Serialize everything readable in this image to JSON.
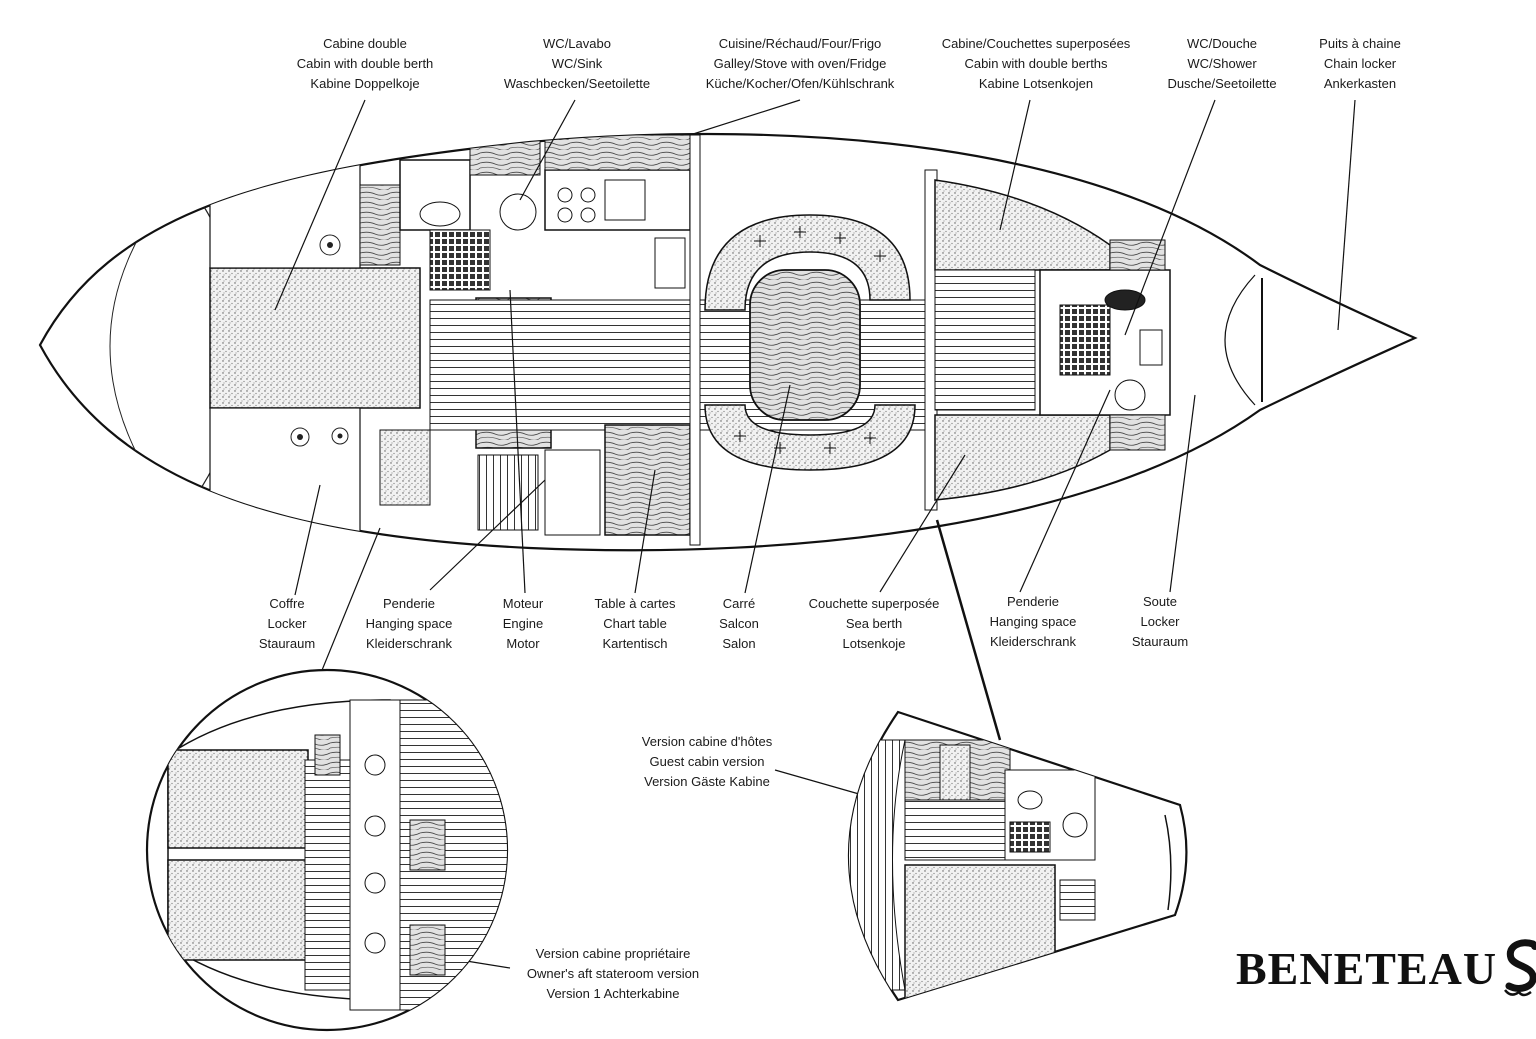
{
  "labels_top": [
    {
      "id": "cabine-double",
      "lines": [
        "Cabine double",
        "Cabin with double berth",
        "Kabine Doppelkoje"
      ]
    },
    {
      "id": "wc-lavabo",
      "lines": [
        "WC/Lavabo",
        "WC/Sink",
        "Waschbecken/Seetoilette"
      ]
    },
    {
      "id": "cuisine",
      "lines": [
        "Cuisine/Réchaud/Four/Frigo",
        "Galley/Stove with oven/Fridge",
        "Küche/Kocher/Ofen/Kühlschrank"
      ]
    },
    {
      "id": "cabine-couchettes",
      "lines": [
        "Cabine/Couchettes superposées",
        "Cabin with double berths",
        "Kabine Lotsenkojen"
      ]
    },
    {
      "id": "wc-douche",
      "lines": [
        "WC/Douche",
        "WC/Shower",
        "Dusche/Seetoilette"
      ]
    },
    {
      "id": "puits-chaine",
      "lines": [
        "Puits à chaine",
        "Chain locker",
        "Ankerkasten"
      ]
    }
  ],
  "labels_bottom": [
    {
      "id": "coffre",
      "lines": [
        "Coffre",
        "Locker",
        "Stauraum"
      ]
    },
    {
      "id": "penderie-aft",
      "lines": [
        "Penderie",
        "Hanging space",
        "Kleiderschrank"
      ]
    },
    {
      "id": "moteur",
      "lines": [
        "Moteur",
        "Engine",
        "Motor"
      ]
    },
    {
      "id": "table-cartes",
      "lines": [
        "Table à cartes",
        "Chart table",
        "Kartentisch"
      ]
    },
    {
      "id": "carre",
      "lines": [
        "Carré",
        "Salcon",
        "Salon"
      ]
    },
    {
      "id": "couchette-superposee",
      "lines": [
        "Couchette superposée",
        "Sea berth",
        "Lotsenkoje"
      ]
    },
    {
      "id": "penderie-fwd",
      "lines": [
        "Penderie",
        "Hanging space",
        "Kleiderschrank"
      ]
    },
    {
      "id": "soute",
      "lines": [
        "Soute",
        "Locker",
        "Stauraum"
      ]
    }
  ],
  "inset_labels": {
    "guest": {
      "lines": [
        "Version cabine d'hôtes",
        "Guest cabin version",
        "Version Gäste Kabine"
      ]
    },
    "owner": {
      "lines": [
        "Version cabine propriétaire",
        "Owner's aft stateroom version",
        "Version 1 Achterkabine"
      ]
    }
  },
  "brand": {
    "name": "BENETEAU",
    "logo_icon": "seahorse-s-logo"
  },
  "colors": {
    "ink": "#1a1a1a",
    "paper": "#ffffff",
    "stipple": "#cfcfcf",
    "wood": "#d9d9d9"
  }
}
